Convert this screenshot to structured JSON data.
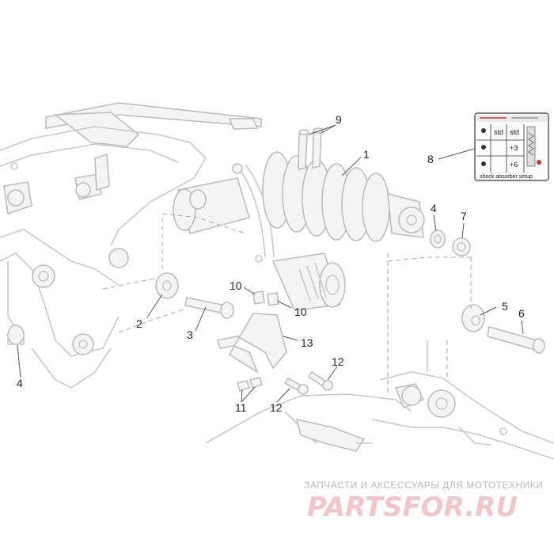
{
  "callouts": [
    {
      "n": "1"
    },
    {
      "n": "2"
    },
    {
      "n": "3"
    },
    {
      "n": "4"
    },
    {
      "n": "4"
    },
    {
      "n": "5"
    },
    {
      "n": "6"
    },
    {
      "n": "7"
    },
    {
      "n": "8"
    },
    {
      "n": "9"
    },
    {
      "n": "10"
    },
    {
      "n": "10"
    },
    {
      "n": "11"
    },
    {
      "n": "12"
    },
    {
      "n": "12"
    },
    {
      "n": "13"
    }
  ],
  "label": {
    "col1": "std",
    "col2": "std",
    "row1": "+3",
    "row2": "+6",
    "caption": "shock absorber setup"
  },
  "watermark": {
    "tagline": "ЗАПЧАСТИ И АКСЕССУАРЫ ДЛЯ МОТОТЕХНИКИ",
    "logo": "PARTSFOR.RU"
  },
  "colors": {
    "line": "#c9c9c9",
    "callout": "#222222",
    "watermark_logo": "#f3c6c6",
    "watermark_text": "#b9b9b9"
  }
}
